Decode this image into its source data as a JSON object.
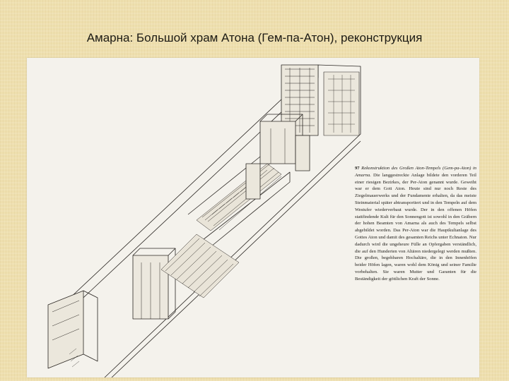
{
  "slide": {
    "title": "Амарна: Большой храм Атона (Гем-па-Атон), реконструкция"
  },
  "figure": {
    "caption_number": "97",
    "caption_heading": "Rekonstruktion des Großen Aton-Tempels (Gem-pa-Aton) in Amarna.",
    "caption_body": "Die langgestreckte Anlage bildete den vorderen Teil einer riesigen Bezirkes, der Per-Aton genannt wurde. Geweiht war er dem Gott Aton. Heute sind nur noch Reste des Ziegelmauerwerks und der Fundamente erhalten, da das meiste Steinmaterial später abtransportiert und in den Tempeln auf dem Westufer wiederverbaut wurde. Der in den offenen Höfen stattfindende Kult für den Sonnengott ist sowohl in den Gräbern der hohen Beamten von Amarna als auch des Tempels selbst abgebildet worden. Das Per-Aton war die Hauptkultanlage des Gottes Aton und damit des gesamten Reichs unter Echnaton. Nur dadurch wird die ungeheure Fülle an Opfergaben verständlich, die auf den Hunderten von Altären niedergelegt werden mußten. Die großen, begehbaren Hochaltäre, die in den Innenhöfen beider Höfen lagen, waren wohl dem König und seiner Familie vorbehalten. Sie waren Mutter und Garanten für die Beständigkeit der göttlichen Kraft der Sonne."
  },
  "colors": {
    "background": "#eedfae",
    "paper": "#f4f2ec",
    "ink": "#2a2622"
  }
}
